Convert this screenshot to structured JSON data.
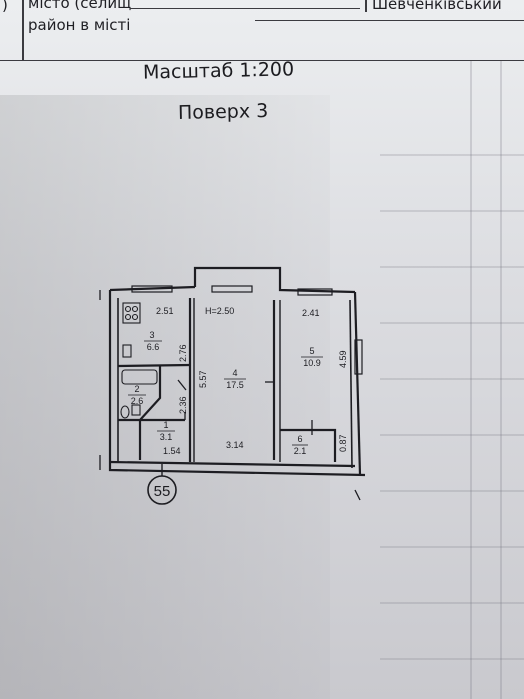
{
  "header": {
    "left_fragment": ")",
    "city_label": "місто (селищ",
    "district_label": "район в місті",
    "district_value": "Шевченківський"
  },
  "plan": {
    "scale_title": "Масштаб 1:200",
    "floor_title": "Поверх 3",
    "building_number": "55",
    "rooms": [
      {
        "number": "1",
        "area": "3.1"
      },
      {
        "number": "2",
        "area": "2.6"
      },
      {
        "number": "3",
        "area": "6.6"
      },
      {
        "number": "4",
        "area": "17.5"
      },
      {
        "number": "5",
        "area": "10.9"
      },
      {
        "number": "6",
        "area": "2.1"
      }
    ],
    "dimensions": {
      "kitchen_top": "2.51",
      "kitchen_side": "2.76",
      "living_top": "H=2.50",
      "living_side": "5.57",
      "living_bottom": "3.14",
      "bath_side": "2.36",
      "hall_bottom": "1.54",
      "bedroom_top": "2.41",
      "bedroom_side": "4.59",
      "closet_side": "0.87"
    }
  },
  "colors": {
    "ink": "#1d1d22",
    "paper": "#e2e2e6"
  }
}
